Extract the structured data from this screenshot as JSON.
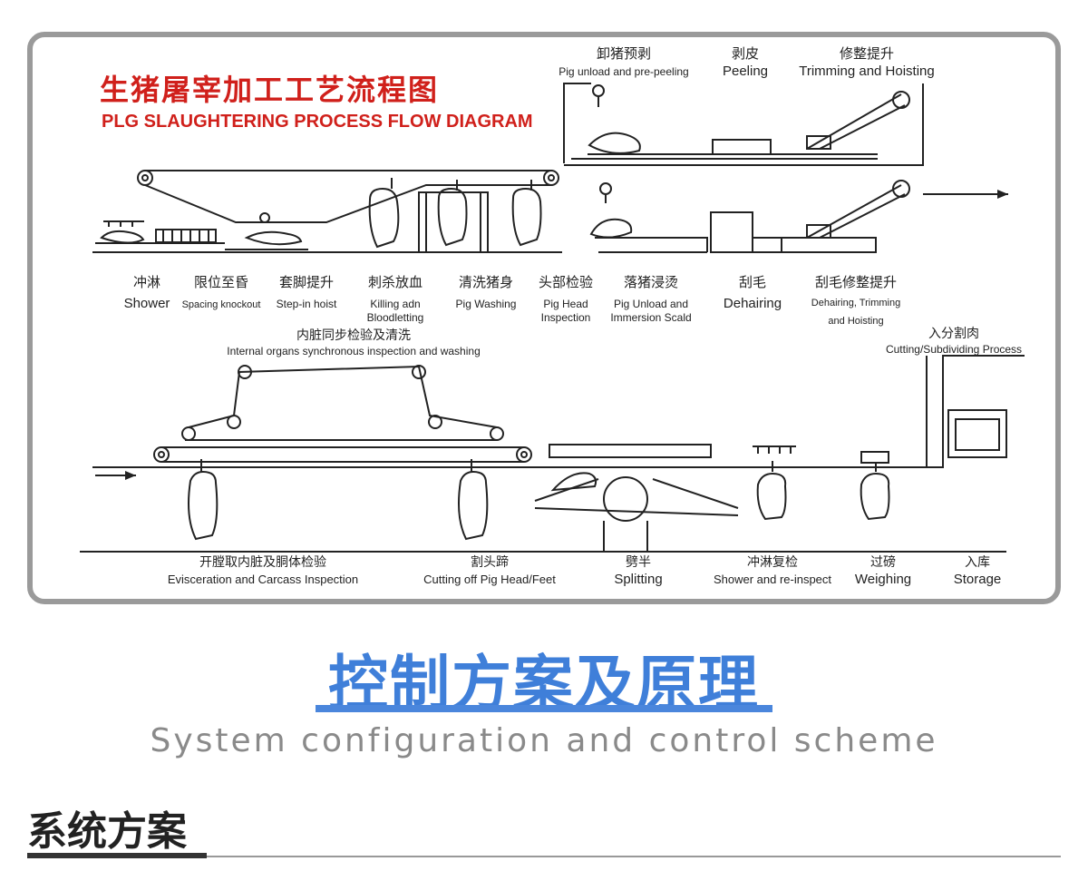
{
  "diagram": {
    "title_zh": "生猪屠宰加工工艺流程图",
    "title_en": "PLG SLAUGHTERING PROCESS FLOW DIAGRAM",
    "steps": [
      {
        "zh": "卸猪预剥",
        "en": "Pig unload and pre-peeling"
      },
      {
        "zh": "剥皮",
        "en": "Peeling"
      },
      {
        "zh": "修整提升",
        "en": "Trimming and Hoisting"
      },
      {
        "zh": "冲淋",
        "en": "Shower"
      },
      {
        "zh": "限位至昏",
        "en": "Spacing knockout"
      },
      {
        "zh": "套脚提升",
        "en": "Step-in hoist"
      },
      {
        "zh": "刺杀放血",
        "en": "Killing adn",
        "en2": "Bloodletting"
      },
      {
        "zh": "清洗猪身",
        "en": "Pig Washing"
      },
      {
        "zh": "头部检验",
        "en": "Pig  Head",
        "en2": "Inspection"
      },
      {
        "zh": "落猪浸烫",
        "en": "Pig  Unload and",
        "en2": "Immersion Scald"
      },
      {
        "zh": "刮毛",
        "en": "Dehairing"
      },
      {
        "zh": "刮毛修整提升",
        "en": "Dehairing, Trimming",
        "en2": "and Hoisting"
      },
      {
        "zh": "内脏同步检验及清洗",
        "en": "Internal organs synchronous inspection and washing"
      },
      {
        "zh": "入分割肉",
        "en": "Cutting/Subdividing Process"
      },
      {
        "zh": "开膛取内脏及胴体检验",
        "en": "Evisceration and Carcass Inspection"
      },
      {
        "zh": "割头蹄",
        "en": "Cutting off Pig Head/Feet"
      },
      {
        "zh": "劈半",
        "en": "Splitting"
      },
      {
        "zh": "冲淋复检",
        "en": "Shower and re-inspect"
      },
      {
        "zh": "过磅",
        "en": "Weighing"
      },
      {
        "zh": "入库",
        "en": "Storage"
      }
    ]
  },
  "hero": {
    "title": "控制方案及原理",
    "subtitle": "System configuration and control scheme"
  },
  "section": {
    "title": "系统方案"
  },
  "colors": {
    "title_red": "#d0201b",
    "accent_blue": "#3f7fd9",
    "frame_gray": "#9a9a9a"
  }
}
